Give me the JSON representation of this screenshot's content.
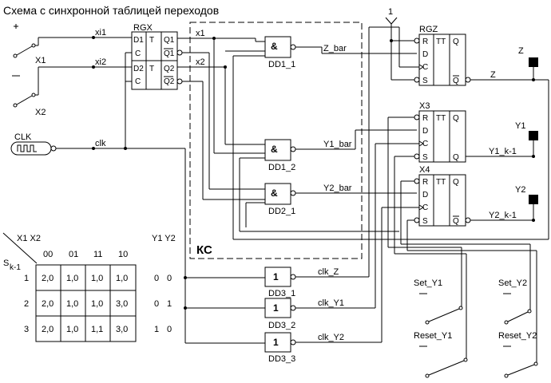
{
  "title": "Схема с  синхронной таблицей переходов",
  "ks_label": "КС",
  "power_label": "1",
  "switches": {
    "x1": "X1",
    "x2": "X2",
    "set_y1": "Set_Y1",
    "reset_y1": "Reset_Y1",
    "set_y2": "Set_Y2",
    "reset_y2": "Reset_Y2"
  },
  "clock": {
    "label": "CLK"
  },
  "nets": {
    "xi1": "xi1",
    "xi2": "xi2",
    "clk": "clk",
    "x1": "x1",
    "x2": "x2",
    "z_bar": "Z_bar",
    "y1_bar": "Y1_bar",
    "y2_bar": "Y2_bar",
    "clk_z": "clk_Z",
    "clk_y1": "clk_Y1",
    "clk_y2": "clk_Y2",
    "z": "Z",
    "y1_k1": "Y1_k-1",
    "y2_k1": "Y2_k-1"
  },
  "components": {
    "rgx": {
      "name": "RGX",
      "pins": [
        "D1",
        "T",
        "Q1",
        "C",
        "Q1",
        "D2",
        "T",
        "Q2",
        "C",
        "Q2"
      ]
    },
    "rgz": {
      "name": "RGZ",
      "pins": [
        "R",
        "TT",
        "Q",
        "D",
        "C",
        "S",
        "Q"
      ]
    },
    "x3": {
      "name": "X3",
      "pins": [
        "R",
        "TT",
        "Q",
        "D",
        "C",
        "S",
        "Q"
      ]
    },
    "x4": {
      "name": "X4",
      "pins": [
        "R",
        "TT",
        "Q",
        "D",
        "C",
        "S",
        "Q"
      ]
    },
    "and_symbol": "&",
    "buf_symbol": "1",
    "dd1_1": "DD1_1",
    "dd1_2": "DD1_2",
    "dd2_1": "DD2_1",
    "dd3_1": "DD3_1",
    "dd3_2": "DD3_2",
    "dd3_3": "DD3_3"
  },
  "outputs": {
    "z": "Z",
    "y1": "Y1",
    "y2": "Y2"
  },
  "table": {
    "corner_top": "X1 X2",
    "corner_s": "S",
    "corner_sub": "k-1",
    "columns": [
      "00",
      "01",
      "11",
      "10"
    ],
    "y_header": "Y1 Y2",
    "rows": [
      {
        "state": "1",
        "cells": [
          "2,0",
          "1,0",
          "1,0",
          "1,0"
        ],
        "y1": "0",
        "y2": "0"
      },
      {
        "state": "2",
        "cells": [
          "2,0",
          "1,0",
          "1,0",
          "3,0"
        ],
        "y1": "0",
        "y2": "1"
      },
      {
        "state": "3",
        "cells": [
          "2,0",
          "1,0",
          "1,1",
          "3,0"
        ],
        "y1": "1",
        "y2": "0"
      }
    ]
  }
}
